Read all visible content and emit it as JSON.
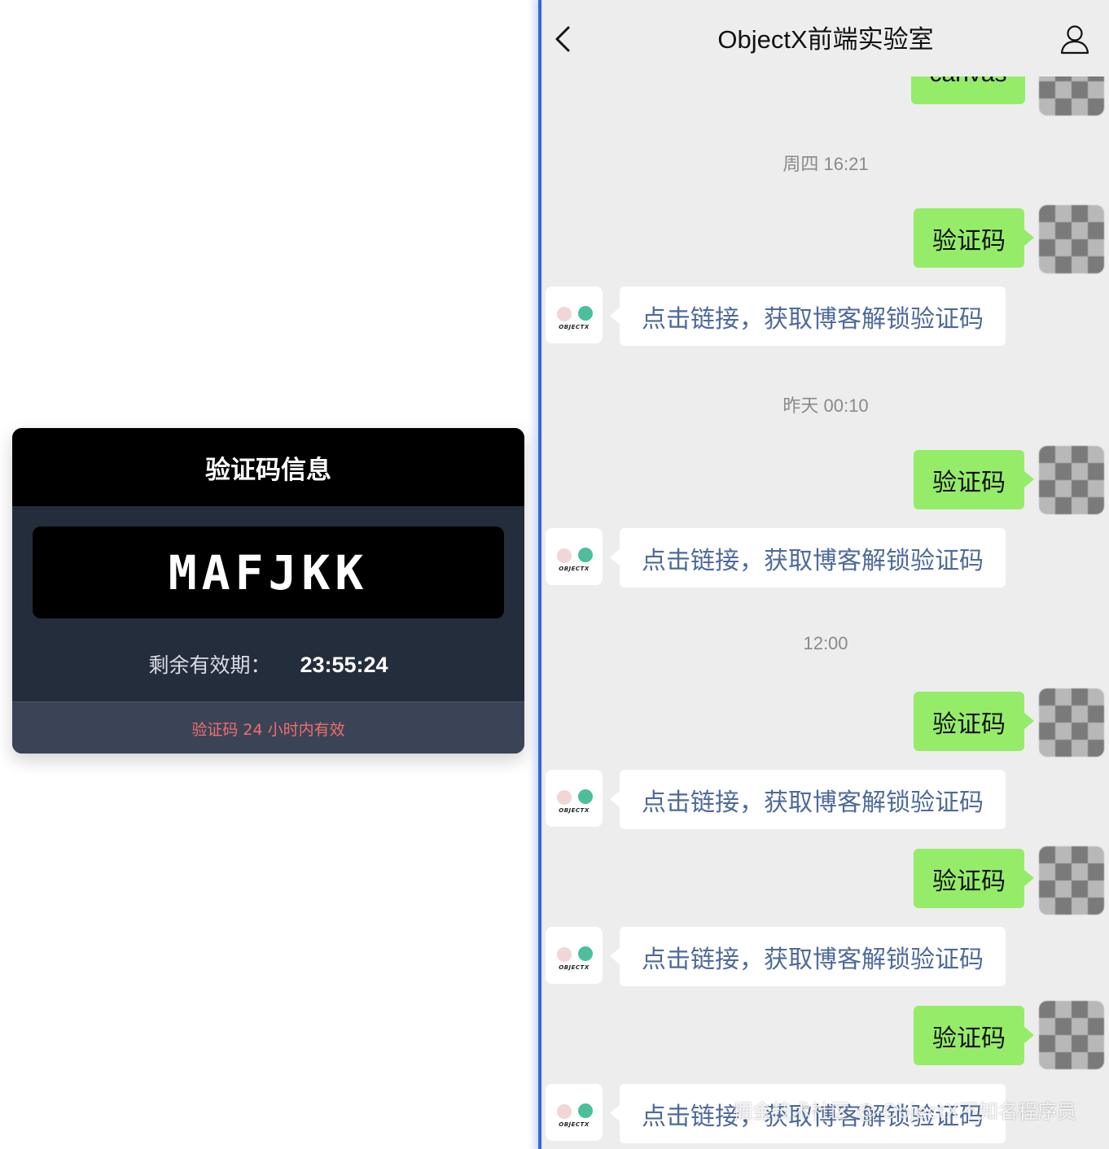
{
  "card": {
    "title": "验证码信息",
    "code": "MAFJKK",
    "validity_label": "剩余有效期：",
    "validity_time": "23:55:24",
    "footer_note": "验证码 24 小时内有效"
  },
  "chat": {
    "title": "ObjectX前端实验室",
    "top_partial_message": "canvas",
    "timestamps": [
      "周四 16:21",
      "昨天 00:10",
      "12:00"
    ],
    "user_message": "验证码",
    "bot_reply": "点击链接，获取博客解锁验证码",
    "bot_avatar_text": "OBJECTX",
    "colors": {
      "user_bubble": "#95ec69",
      "bot_text": "#4e6a9b",
      "chat_bg": "#ededed"
    }
  },
  "watermark": "掘金技术社区 @ ObjectX不知名程序员"
}
